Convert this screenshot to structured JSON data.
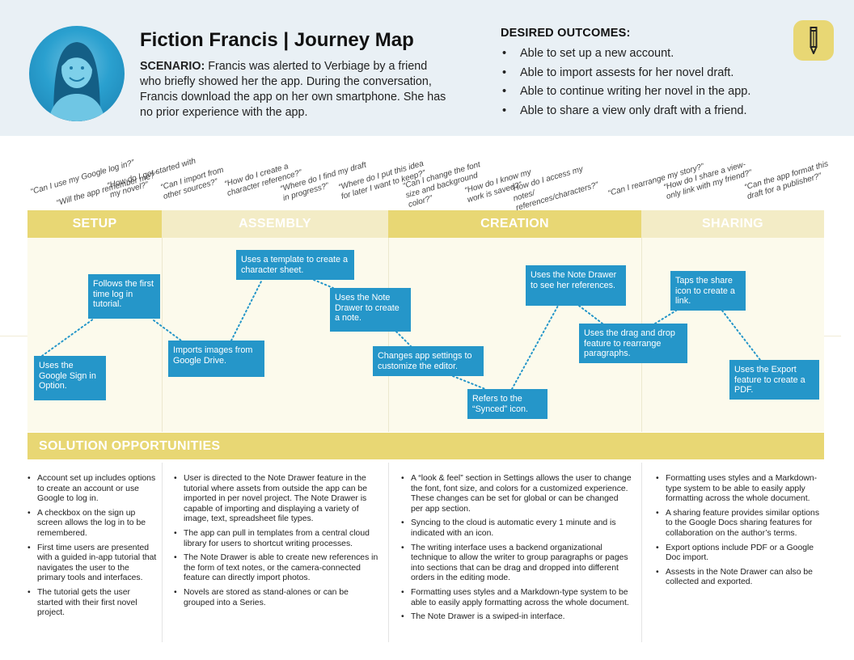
{
  "header": {
    "title": "Fiction Francis | Journey Map",
    "scenario_label": "SCENARIO:",
    "scenario_text": " Francis was alerted to Verbiage by a friend who briefly showed her the app. During the conversation, Francis download the app on her own smartphone. She has no prior experience with the app.",
    "outcomes_heading": "DESIRED OUTCOMES:",
    "outcomes": [
      "Able to set up a new account.",
      "Able to import assests for her novel draft.",
      "Able to continue writing her novel in the app.",
      "Able to share a view only draft with a friend."
    ]
  },
  "questions": [
    "“Can I use my Google log in?”",
    "“Will the app remember me?”",
    "“How do I get started with my novel?”",
    "“Can I import from other sources?”",
    "“How do I create a character reference?”",
    "“Where do I find my draft in progress?”",
    "“Where do I put this idea for later I want to keep?”",
    "“Can I change the font size and background color?”",
    "“How do I know my work is saved?”",
    "“How do I access my notes/ references/characters?”",
    "“Can I rearrange my story?”",
    "“How do I share a view-only link with my friend?”",
    "“Can the app format this draft for a publisher?”"
  ],
  "phases": [
    "SETUP",
    "ASSEMBLY",
    "CREATION",
    "SHARING"
  ],
  "colors": {
    "phase_setup": "#e8d774",
    "phase_assembly": "#f3ecc6",
    "phase_creation": "#e8d774",
    "phase_sharing": "#f3ecc6",
    "step": "#2596c9",
    "accent_yellow": "#e8d774",
    "header_bg": "#e9f0f5"
  },
  "steps": [
    "Uses the Google Sign in Option.",
    "Follows the first time log in tutorial.",
    "Imports images from Google Drive.",
    "Uses a template to create a character sheet.",
    "Uses the Note Drawer to create a note.",
    "Changes app settings to customize the editor.",
    "Refers to the “Synced” icon.",
    "Uses the Note Drawer to see her references.",
    "Uses the drag and drop feature to rearrange paragraphs.",
    "Taps the share icon to create a link.",
    "Uses the Export feature to create a PDF."
  ],
  "solutions": {
    "heading": "SOLUTION OPPORTUNITIES",
    "columns": [
      [
        "Account set up includes options to create an account or use Google to log in.",
        "A checkbox on the sign up screen allows the log in to be remembered.",
        "First time users are presented with a guided in-app tutorial that navigates the user to the primary tools and interfaces.",
        "The tutorial gets the user started with their first novel project."
      ],
      [
        "User is directed to the Note Drawer feature in the tutorial where assets from outside the app can be imported in per novel project. The Note Drawer is capable of importing and displaying a variety of image, text, spreadsheet file types.",
        "The app can pull in templates from a central cloud library for users to shortcut writing processes.",
        "The Note Drawer is able to create new references in the form of text notes, or the camera-connected feature can directly import photos.",
        "Novels are stored as stand-alones or can be grouped into a Series."
      ],
      [
        "A “look & feel” section in Settings allows the user to change the font, font size, and colors for a customized experience. These changes can be set for global or can be changed per app section.",
        "Syncing to the cloud is automatic every 1 minute and is indicated with an icon.",
        "The writing interface uses a backend organizational technique to allow the writer to group paragraphs or pages into sections that can be drag and dropped into different orders in the editing mode.",
        "Formatting uses styles and a Markdown-type system to be able to easily apply formatting across the whole document.",
        "The Note Drawer is a swiped-in interface."
      ],
      [
        "Formatting uses styles and a Markdown-type system to be able to easily apply formatting across the whole document.",
        "A sharing feature provides similar options to the Google Docs sharing features for collaboration on the author’s terms.",
        "Export options include PDF or a Google Doc import.",
        "Assests in the Note Drawer can also be collected and exported."
      ]
    ]
  }
}
